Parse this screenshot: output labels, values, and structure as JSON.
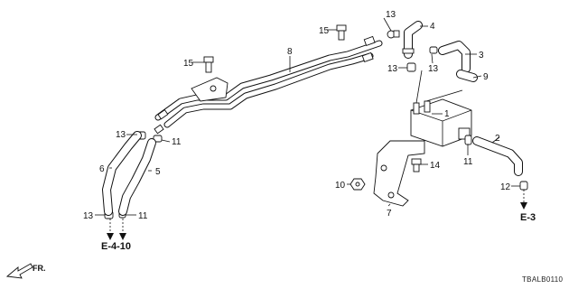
{
  "diagram": {
    "callouts": {
      "c1": "1",
      "c2": "2",
      "c3": "3",
      "c4": "4",
      "c5": "5",
      "c6": "6",
      "c7": "7",
      "c8": "8",
      "c9": "9",
      "c10": "10",
      "c11a": "11",
      "c11b": "11",
      "c11c": "11",
      "c12": "12",
      "c13a": "13",
      "c13b": "13",
      "c13c": "13",
      "c13d": "13",
      "c13e": "13",
      "c14": "14",
      "c15a": "15",
      "c15b": "15"
    },
    "references": {
      "e3": "E-3",
      "e410": "E-4-10"
    },
    "direction": "FR.",
    "diagram_code": "TBALB0110"
  }
}
